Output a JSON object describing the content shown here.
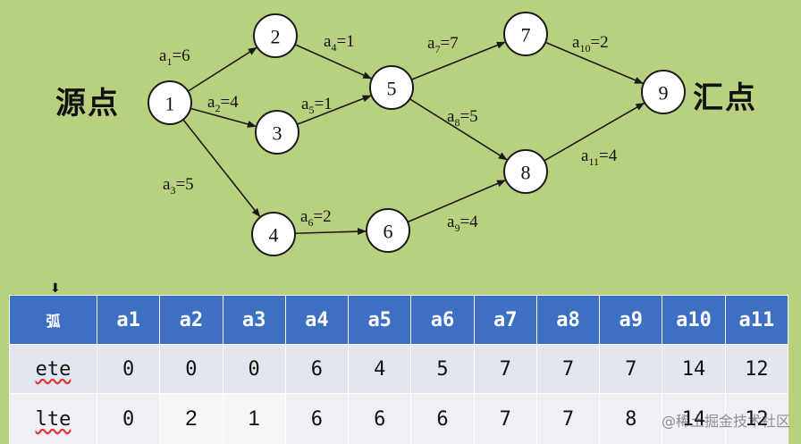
{
  "diagram": {
    "source_label": "源点",
    "sink_label": "汇点",
    "nodes": [
      {
        "id": "1",
        "label": "1"
      },
      {
        "id": "2",
        "label": "2"
      },
      {
        "id": "3",
        "label": "3"
      },
      {
        "id": "4",
        "label": "4"
      },
      {
        "id": "5",
        "label": "5"
      },
      {
        "id": "6",
        "label": "6"
      },
      {
        "id": "7",
        "label": "7"
      },
      {
        "id": "8",
        "label": "8"
      },
      {
        "id": "9",
        "label": "9"
      }
    ],
    "edges": [
      {
        "name": "a",
        "sub": "1",
        "weight": "6",
        "from": "1",
        "to": "2"
      },
      {
        "name": "a",
        "sub": "2",
        "weight": "4",
        "from": "1",
        "to": "3"
      },
      {
        "name": "a",
        "sub": "3",
        "weight": "5",
        "from": "1",
        "to": "4"
      },
      {
        "name": "a",
        "sub": "4",
        "weight": "1",
        "from": "2",
        "to": "5"
      },
      {
        "name": "a",
        "sub": "5",
        "weight": "1",
        "from": "3",
        "to": "5"
      },
      {
        "name": "a",
        "sub": "6",
        "weight": "2",
        "from": "4",
        "to": "6"
      },
      {
        "name": "a",
        "sub": "7",
        "weight": "7",
        "from": "5",
        "to": "7"
      },
      {
        "name": "a",
        "sub": "8",
        "weight": "5",
        "from": "5",
        "to": "8"
      },
      {
        "name": "a",
        "sub": "9",
        "weight": "4",
        "from": "6",
        "to": "8"
      },
      {
        "name": "a",
        "sub": "10",
        "weight": "2",
        "from": "7",
        "to": "9"
      },
      {
        "name": "a",
        "sub": "11",
        "weight": "4",
        "from": "8",
        "to": "9"
      }
    ]
  },
  "table": {
    "corner": "弧",
    "columns": [
      "a1",
      "a2",
      "a3",
      "a4",
      "a5",
      "a6",
      "a7",
      "a8",
      "a9",
      "a10",
      "a11"
    ],
    "rows": [
      {
        "label": "ete",
        "values": [
          "0",
          "0",
          "0",
          "6",
          "4",
          "5",
          "7",
          "7",
          "7",
          "14",
          "12"
        ]
      },
      {
        "label": "lte",
        "values": [
          "0",
          "2",
          "1",
          "6",
          "6",
          "6",
          "7",
          "7",
          "8",
          "14",
          "12"
        ]
      }
    ]
  },
  "watermark": "@稀土掘金技术社区",
  "cursor_icon": "down-arrow-icon"
}
